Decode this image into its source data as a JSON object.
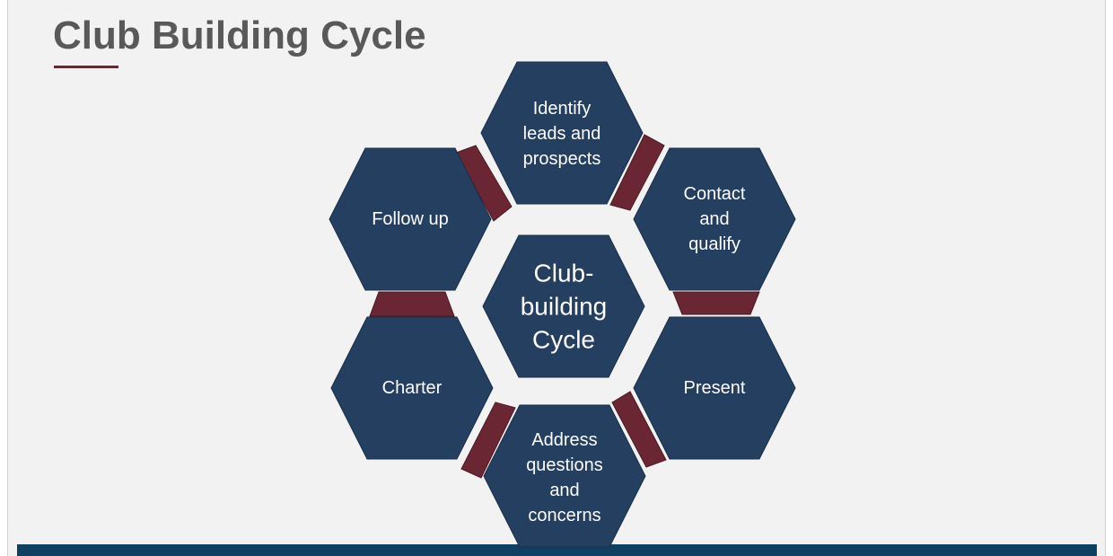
{
  "slide": {
    "title": "Club Building Cycle"
  },
  "diagram": {
    "center": {
      "lines": [
        "Club-",
        "building",
        "Cycle"
      ]
    },
    "steps": [
      {
        "id": "identify",
        "lines": [
          "Identify",
          "leads and",
          "prospects"
        ]
      },
      {
        "id": "contact",
        "lines": [
          "Contact",
          "and",
          "qualify"
        ]
      },
      {
        "id": "present",
        "lines": [
          "Present"
        ]
      },
      {
        "id": "address",
        "lines": [
          "Address",
          "questions",
          "and",
          "concerns"
        ]
      },
      {
        "id": "charter",
        "lines": [
          "Charter"
        ]
      },
      {
        "id": "follow-up",
        "lines": [
          "Follow up"
        ]
      }
    ],
    "colors": {
      "hexagon": "#243f60",
      "connector": "#6b2634",
      "title_rule": "#7a1f2b",
      "footer_bar": "#0f4062"
    }
  }
}
